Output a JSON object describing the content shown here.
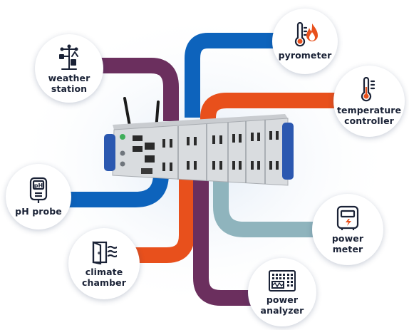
{
  "devices": {
    "weather_station": {
      "label_line1": "weather",
      "label_line2": "station",
      "icon": "weather-station-icon"
    },
    "pyrometer": {
      "label_line1": "pyrometer",
      "icon": "thermometer-flame-icon"
    },
    "temperature_controller": {
      "label_line1": "temperature",
      "label_line2": "controller",
      "icon": "thermometer-icon"
    },
    "ph_probe": {
      "label_line1": "pH probe",
      "icon": "ph-meter-icon",
      "icon_text": "pH"
    },
    "power_meter": {
      "label_line1": "power",
      "label_line2": "meter",
      "icon": "power-meter-icon"
    },
    "climate_chamber": {
      "label_line1": "climate",
      "label_line2": "chamber",
      "icon": "climate-chamber-icon"
    },
    "power_analyzer": {
      "label_line1": "power",
      "label_line2": "analyzer",
      "icon": "power-analyzer-icon"
    }
  },
  "colors": {
    "purple": "#6b2f5e",
    "blue": "#0d63bc",
    "orange": "#e8501c",
    "teal": "#8fb4bd",
    "rack_blue": "#2b58b0",
    "text": "#1a2236"
  }
}
